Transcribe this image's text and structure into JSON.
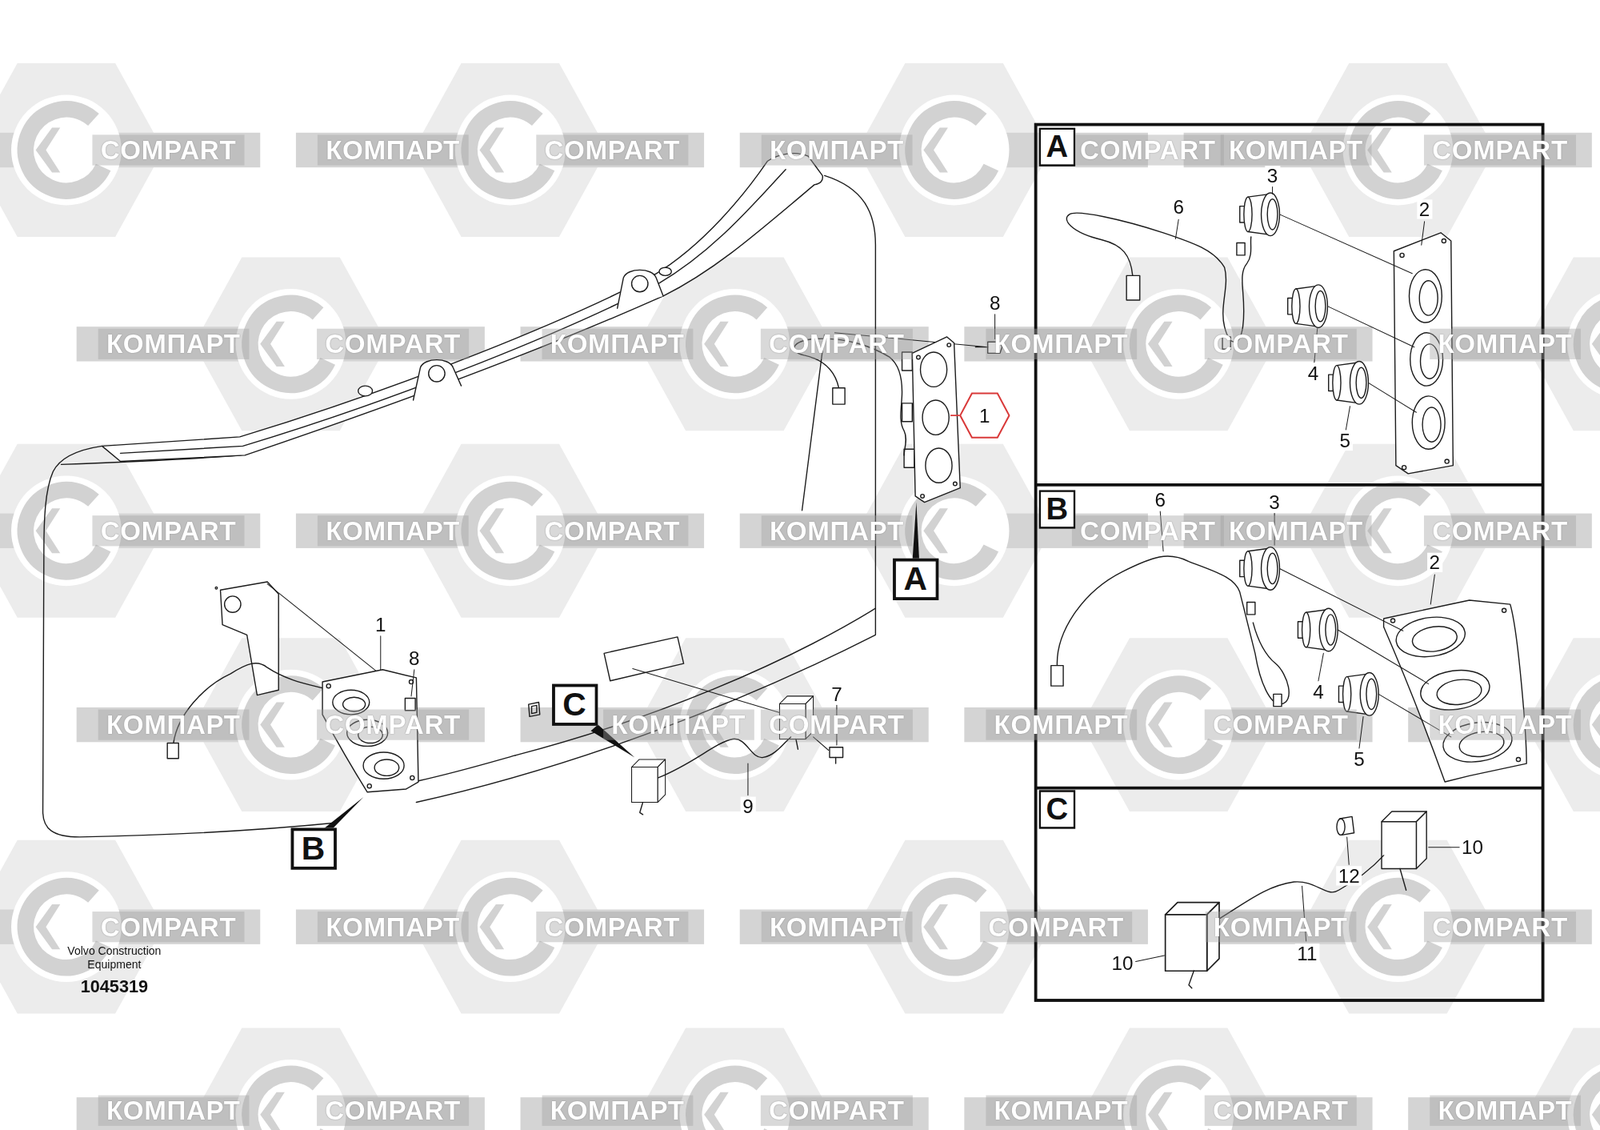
{
  "diagram": {
    "nodes": [
      {
        "text": [
          "A"
        ]
      },
      {
        "text": [
          "1"
        ]
      },
      {
        "text": [
          "B"
        ]
      },
      {
        "text": [
          "A"
        ]
      },
      {
        "text": [
          "C"
        ]
      },
      {
        "text": [
          "C"
        ]
      },
      {
        "text": [
          "B"
        ]
      }
    ],
    "labels": [
      "8",
      "3",
      "6",
      "2",
      "4",
      "5",
      "6",
      "3",
      "2",
      "1",
      "8",
      "4",
      "7",
      "5",
      "9",
      "10",
      "12",
      "10",
      "11",
      "Volvo Construction Equipment",
      "1045319",
      "COMPART",
      "КОМПАРТ",
      "COMPART",
      "КОМПАРТ",
      "COMPART",
      "КОМПАРТ",
      "COMPART",
      "КОМПАРТ",
      "COMPART",
      "КОМПАРТ",
      "COMPART",
      "КОМПАРТ",
      "COMPART",
      "КОМПАРТ",
      "COMPART",
      "КОМПАРТ",
      "COMPART",
      "КОМПАРТ",
      "COMPART",
      "КОМПАРТ",
      "COMPART",
      "КОМПАРТ",
      "COMPART",
      "КОМПАРТ",
      "COMPART",
      "КОМПАРТ",
      "COMPART",
      "КОМПАРТ",
      "COMPART",
      "КОМПАРТ",
      "COMPART",
      "КОМПАРТ",
      "COMPART",
      "КОМПАРТ",
      "COMPART",
      "КОМПАРТ",
      "COMPART",
      "КОМПАРТ",
      "COMPART",
      "КОМПАРТ",
      "COMPART",
      "КОМПАРТ"
    ]
  }
}
